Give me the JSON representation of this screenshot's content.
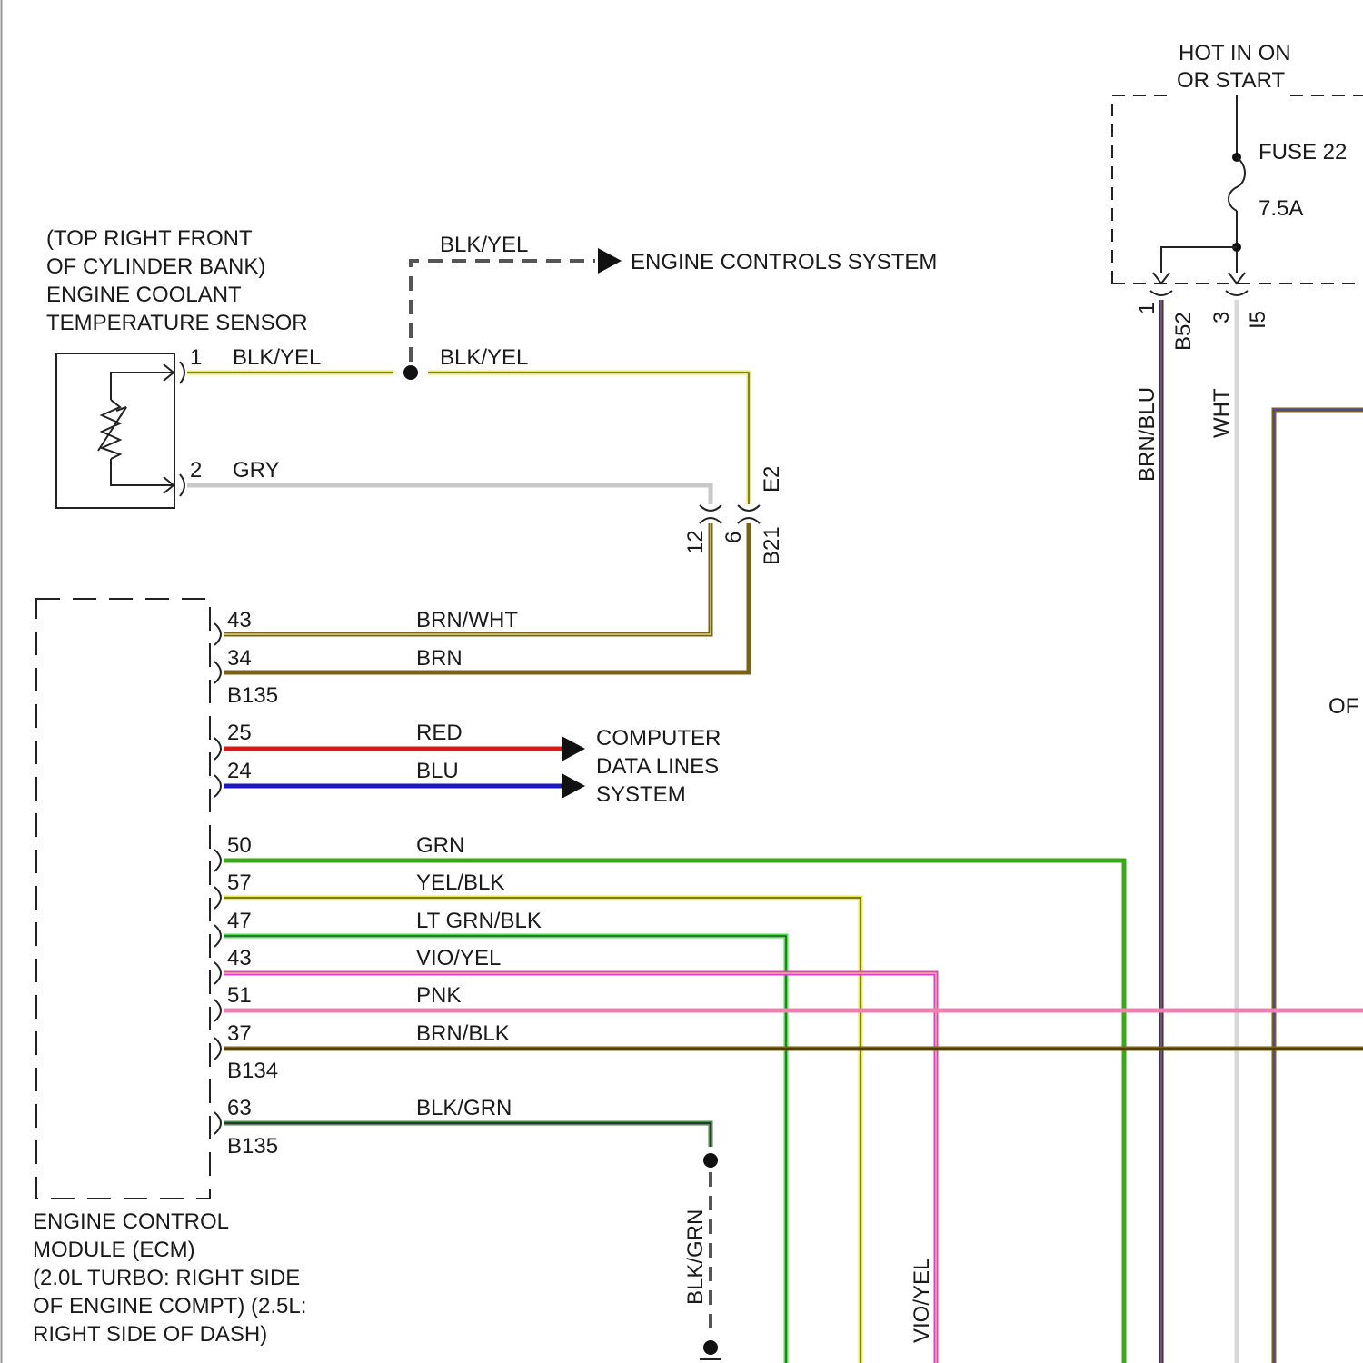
{
  "sensor": {
    "label_lines": [
      "(TOP RIGHT FRONT",
      "OF CYLINDER BANK)",
      "ENGINE COOLANT",
      "TEMPERATURE SENSOR"
    ],
    "pin1": "1",
    "pin2": "2"
  },
  "ecm": {
    "label_lines": [
      "ENGINE CONTROL",
      "MODULE (ECM)",
      "(2.0L TURBO: RIGHT SIDE",
      "OF ENGINE COMPT) (2.5L:",
      "RIGHT SIDE OF DASH)"
    ],
    "connectors": [
      "B135",
      "B134",
      "B135"
    ]
  },
  "fuse_box": {
    "hot_lines": [
      "HOT IN ON",
      "OR START"
    ],
    "fuse_name": "FUSE 22",
    "fuse_rating": "7.5A"
  },
  "connectors": {
    "e2": "E2",
    "b21": "B21",
    "b21_pin_a": "12",
    "b21_pin_b": "6",
    "b52": "B52",
    "b52_pin": "1",
    "i5": "I5",
    "i5_pin": "3"
  },
  "wires": {
    "sensor_pin1": "BLK/YEL",
    "sensor_pin2": "GRY",
    "splice_branch": "BLK/YEL",
    "splice_main": "BLK/YEL",
    "brn_wht": "BRN/WHT",
    "brn": "BRN",
    "red": "RED",
    "blu": "BLU",
    "grn": "GRN",
    "yel_blk": "YEL/BLK",
    "lt_grn_blk": "LT GRN/BLK",
    "vio_yel": "VIO/YEL",
    "pnk": "PNK",
    "brn_blk": "BRN/BLK",
    "blk_grn": "BLK/GRN",
    "brn_blu_vert": "BRN/BLU",
    "wht_vert": "WHT",
    "blk_grn_vert": "BLK/GRN",
    "vio_yel_vert": "VIO/YEL"
  },
  "ecm_pins": {
    "p43a": "43",
    "p34": "34",
    "p25": "25",
    "p24": "24",
    "p50": "50",
    "p57": "57",
    "p47": "47",
    "p43b": "43",
    "p51": "51",
    "p37": "37",
    "p63": "63"
  },
  "destinations": {
    "engine_controls": "ENGINE CONTROLS SYSTEM",
    "data_lines": [
      "COMPUTER",
      "DATA LINES",
      "SYSTEM"
    ],
    "off_page": "OF"
  },
  "colors": {
    "blk_yel": "#e9e96a",
    "gry": "#c8c8c8",
    "brn": "#7a6317",
    "red": "#d51a1a",
    "blu": "#1a1ac0",
    "grn": "#3aa81a",
    "yel": "#e8e84a",
    "lt_grn": "#4ae04a",
    "vio": "#e040c8",
    "pnk": "#f080b0",
    "wht": "#d8d8d8"
  }
}
